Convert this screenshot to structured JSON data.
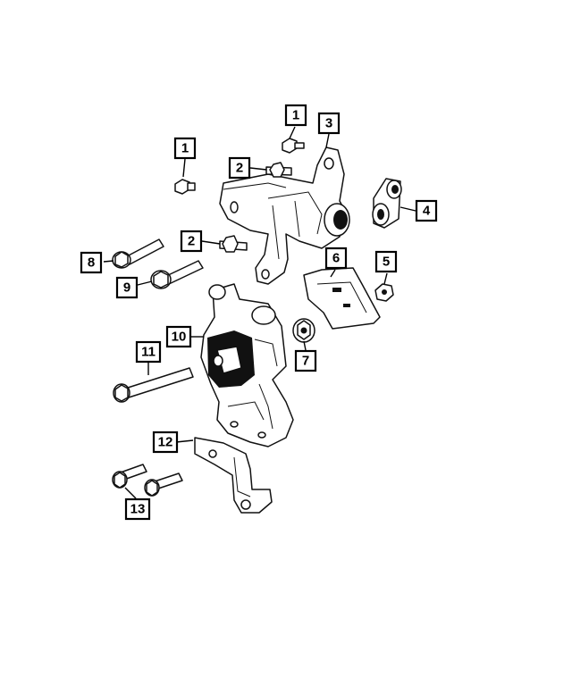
{
  "callouts": [
    {
      "id": "c1a",
      "label": "1"
    },
    {
      "id": "c1b",
      "label": "1"
    },
    {
      "id": "c2a",
      "label": "2"
    },
    {
      "id": "c2b",
      "label": "2"
    },
    {
      "id": "c3",
      "label": "3"
    },
    {
      "id": "c4",
      "label": "4"
    },
    {
      "id": "c5",
      "label": "5"
    },
    {
      "id": "c6",
      "label": "6"
    },
    {
      "id": "c7",
      "label": "7"
    },
    {
      "id": "c8",
      "label": "8"
    },
    {
      "id": "c9",
      "label": "9"
    },
    {
      "id": "c10",
      "label": "10"
    },
    {
      "id": "c11",
      "label": "11"
    },
    {
      "id": "c12",
      "label": "12"
    },
    {
      "id": "c13",
      "label": "13"
    }
  ]
}
